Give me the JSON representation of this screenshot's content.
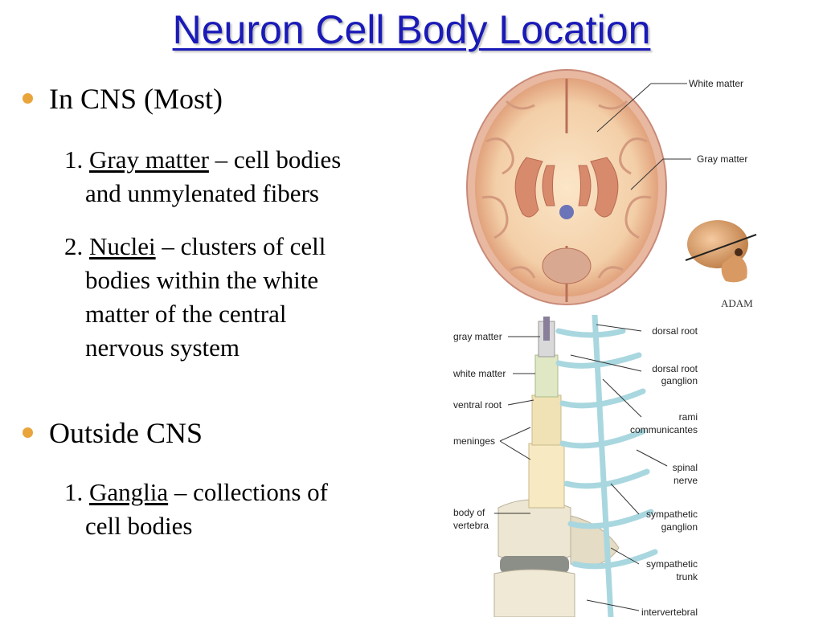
{
  "title": "Neuron Cell Body Location",
  "bullets": [
    {
      "text": "In CNS (Most)",
      "items": [
        {
          "num": "1. ",
          "term": "Gray matter",
          "line1": " – cell bodies",
          "line2": "and unmylenated fibers"
        },
        {
          "num": "2. ",
          "term": "Nuclei",
          "line1": " – clusters of cell",
          "line2": "bodies within the white",
          "line3": "matter of the central",
          "line4": "nervous system"
        }
      ]
    },
    {
      "text": "Outside CNS",
      "items": [
        {
          "num": "1. ",
          "term": "Ganglia",
          "line1": " – collections of",
          "line2": "cell bodies"
        }
      ]
    }
  ],
  "brain_figure": {
    "labels": {
      "white_matter": "White matter",
      "gray_matter": "Gray matter"
    },
    "credit": "ADAM"
  },
  "spine_figure": {
    "labels": {
      "gray_matter": "gray matter",
      "white_matter": "white matter",
      "ventral_root": "ventral root",
      "meninges": "meninges",
      "body_of": "body of",
      "vertebra": "vertebra",
      "dorsal_root": "dorsal root",
      "dorsal_root_ganglion_1": "dorsal root",
      "dorsal_root_ganglion_2": "ganglion",
      "rami_1": "rami",
      "rami_2": "communicantes",
      "spinal_1": "spinal",
      "spinal_2": "nerve",
      "symp_ganglion_1": "sympathetic",
      "symp_ganglion_2": "ganglion",
      "symp_trunk_1": "sympathetic",
      "symp_trunk_2": "trunk",
      "intervertebral": "intervertebral"
    }
  },
  "colors": {
    "title": "#1a1ab8",
    "bullet": "#e9a53b"
  }
}
